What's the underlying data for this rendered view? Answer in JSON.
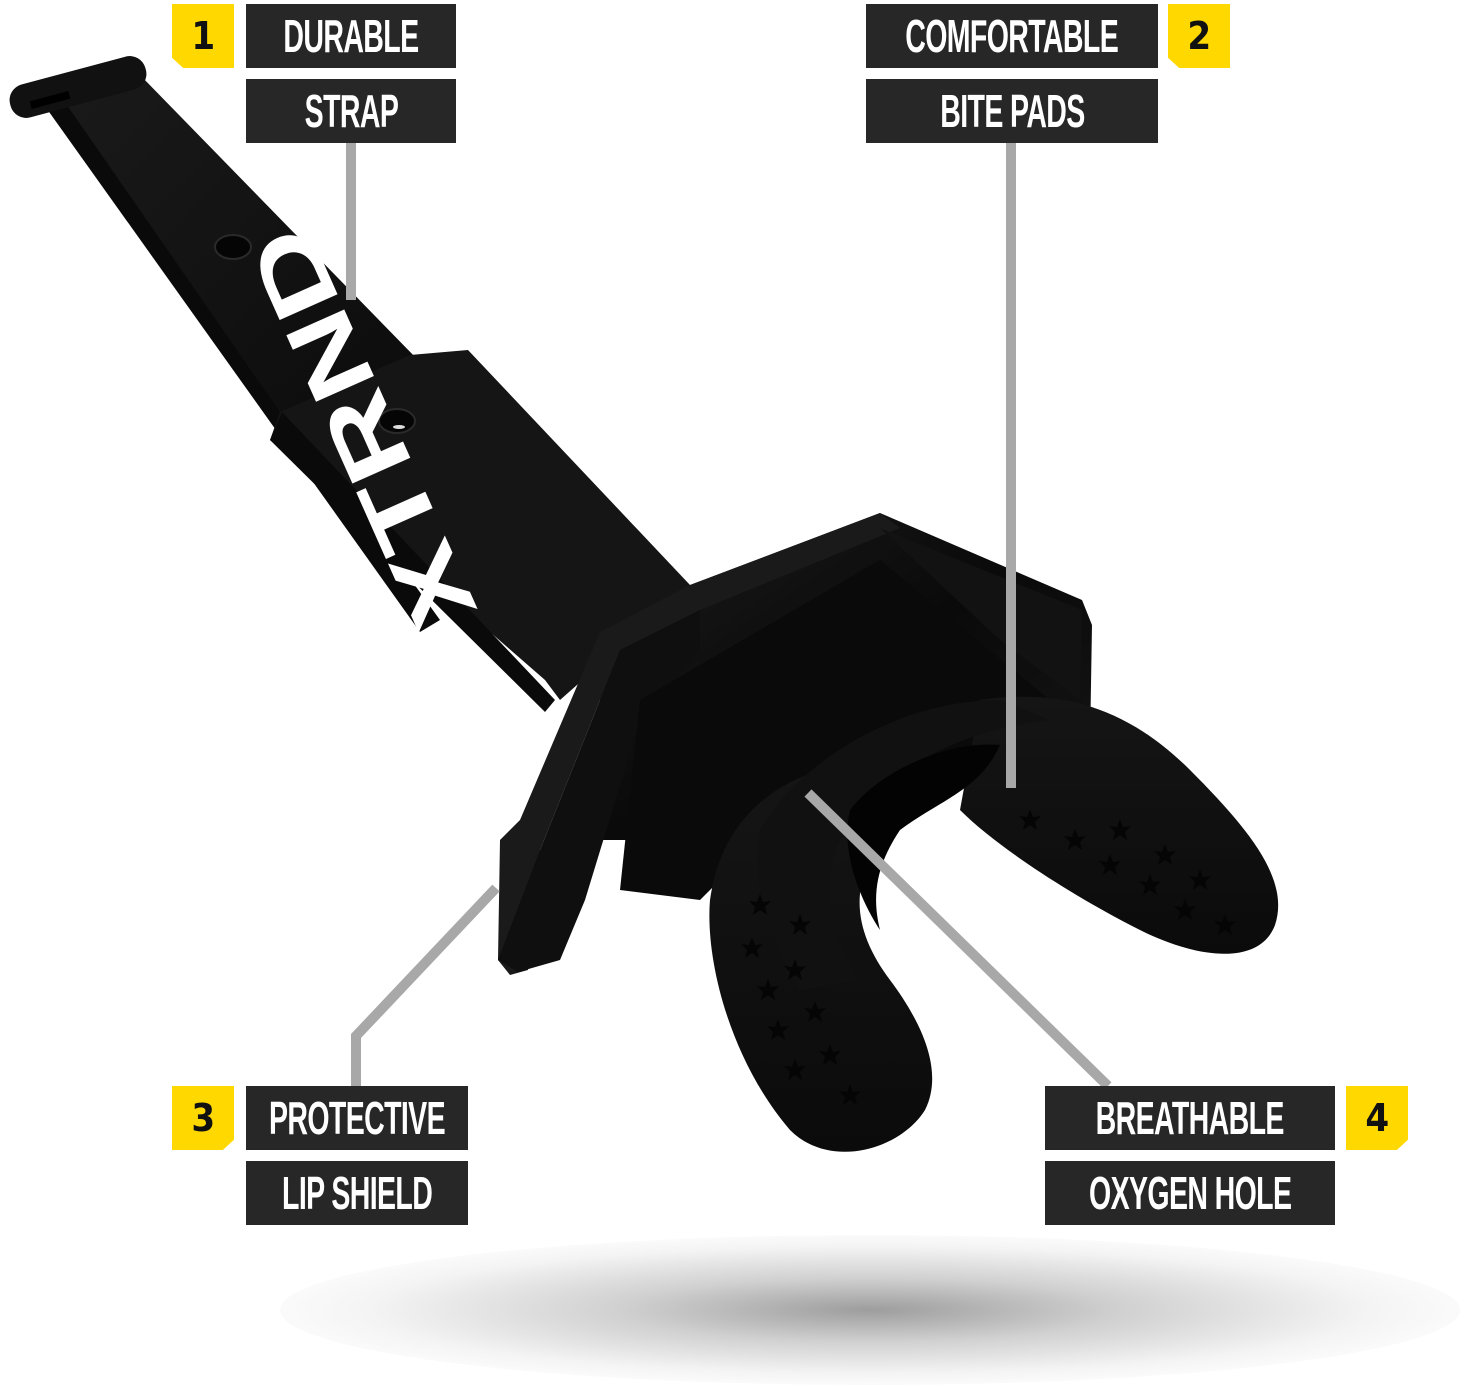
{
  "colors": {
    "badge_yellow": "#ffd800",
    "label_bg": "#272727",
    "label_text": "#ffffff",
    "connector_gray": "#a8a8a8",
    "product_black": "#141414"
  },
  "product": {
    "brand_text": "XTRND",
    "name": "mouthguard-with-strap"
  },
  "callouts": [
    {
      "number": "1",
      "line1": "DURABLE",
      "line2": "STRAP",
      "target": "strap"
    },
    {
      "number": "2",
      "line1": "COMFORTABLE",
      "line2": "BITE PADS",
      "target": "bite-pads"
    },
    {
      "number": "3",
      "line1": "PROTECTIVE",
      "line2": "LIP SHIELD",
      "target": "lip-shield"
    },
    {
      "number": "4",
      "line1": "BREATHABLE",
      "line2": "OXYGEN HOLE",
      "target": "oxygen-hole"
    }
  ]
}
